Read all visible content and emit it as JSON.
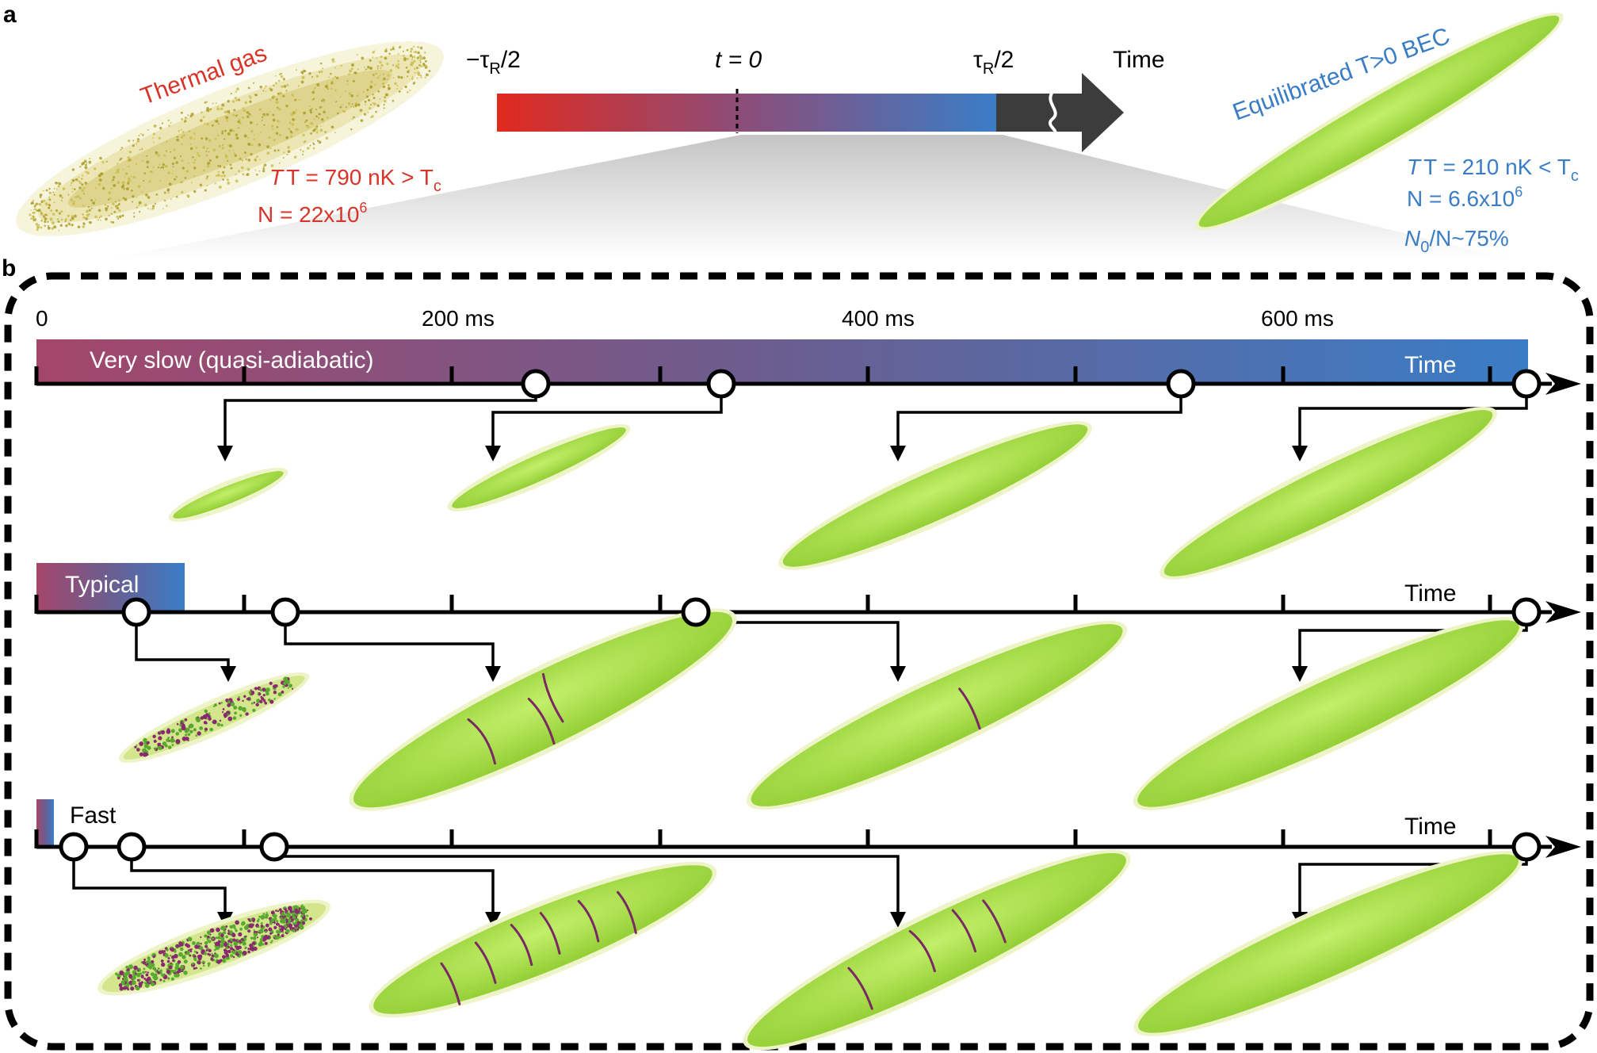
{
  "panel_a": {
    "label": "a",
    "thermal_title": "Thermal gas",
    "thermal_T": "T = 790 nK > T",
    "thermal_T_sub": "c",
    "thermal_N": "N = 22x10",
    "thermal_N_sup": "6",
    "tick_left": "−τ",
    "tick_left_sub": "R",
    "tick_left_tail": "/2",
    "tick_mid": "t = 0",
    "tick_right": "τ",
    "tick_right_sub": "R",
    "tick_right_tail": "/2",
    "time_label": "Time",
    "bec_title": "Equilibrated T>0 BEC",
    "bec_T": "T = 210 nK < T",
    "bec_T_sub": "c",
    "bec_N": "N = 6.6x10",
    "bec_N_sup": "6",
    "bec_frac": "N",
    "bec_frac_sub": "0",
    "bec_frac_tail": "/N~75%"
  },
  "panel_b": {
    "label": "b",
    "time_ticks": [
      "0",
      "200 ms",
      "400 ms",
      "600 ms"
    ],
    "rows": [
      {
        "name": "Very slow (quasi-adiabatic)",
        "time_label": "Time"
      },
      {
        "name": "Typical",
        "time_label": "Time"
      },
      {
        "name": "Fast",
        "time_label": "Time"
      }
    ]
  },
  "colors": {
    "hot": "#e02a1e",
    "mid": "#8a4e7a",
    "cold": "#3a7dc6",
    "dark_arrow": "#3c3c3c",
    "condensate": "#a6e04a",
    "condensate_edge": "#e9f2b8",
    "vortex": "#8a2a6e",
    "thermal": "#b8a830"
  }
}
